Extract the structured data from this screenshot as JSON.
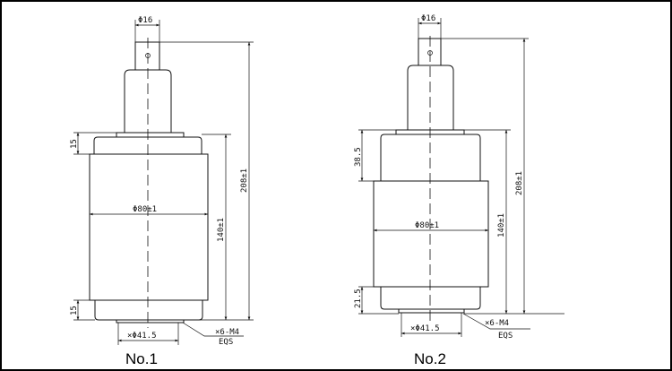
{
  "drawings": [
    {
      "caption": "No.1",
      "terminal_dia": "Φ16",
      "body_dia": "Φ80±1",
      "base_dia": "×Φ41.5",
      "inner_height": "140±1",
      "overall_height": "208±1",
      "top_offset": "15",
      "bottom_offset": "15",
      "thread_note": "×6-M4",
      "thread_spec": "EQS"
    },
    {
      "caption": "No.2",
      "terminal_dia": "Φ16",
      "body_dia": "Φ80±1",
      "base_dia": "×Φ41.5",
      "inner_height": "140±1",
      "overall_height": "208±1",
      "top_offset": "38.5",
      "bottom_offset": "21.5",
      "thread_note": "×6-M4",
      "thread_spec": "EQS"
    }
  ]
}
